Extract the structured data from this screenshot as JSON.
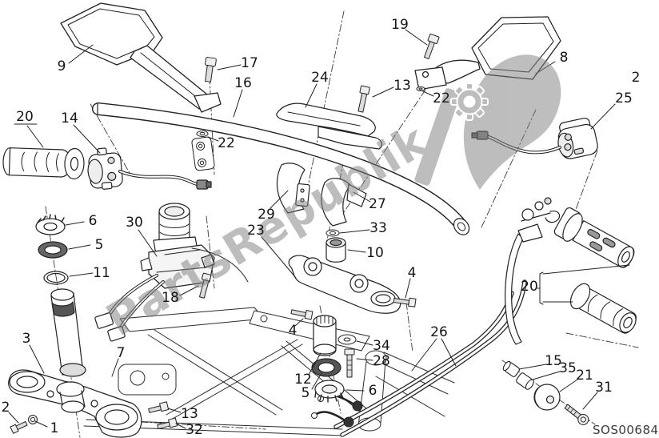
{
  "watermark": {
    "text": "PartsRepublik",
    "logo": "gear-icon",
    "color": "#7d7d7d"
  },
  "diagram_code": "SOS00684",
  "callouts": [
    {
      "text": "9"
    },
    {
      "text": "17"
    },
    {
      "text": "16"
    },
    {
      "text": "24"
    },
    {
      "text": "19"
    },
    {
      "text": "13"
    },
    {
      "text": "8"
    },
    {
      "text": "22"
    },
    {
      "text": "25"
    },
    {
      "text": "20"
    },
    {
      "text": "14"
    },
    {
      "text": "22"
    },
    {
      "text": "29"
    },
    {
      "text": "27"
    },
    {
      "text": "33"
    },
    {
      "text": "10"
    },
    {
      "text": "23"
    },
    {
      "text": "6"
    },
    {
      "text": "5"
    },
    {
      "text": "11"
    },
    {
      "text": "30"
    },
    {
      "text": "18"
    },
    {
      "text": "3"
    },
    {
      "text": "7"
    },
    {
      "text": "2"
    },
    {
      "text": "1"
    },
    {
      "text": "13"
    },
    {
      "text": "32"
    },
    {
      "text": "4"
    },
    {
      "text": "4"
    },
    {
      "text": "12"
    },
    {
      "text": "5"
    },
    {
      "text": "6"
    },
    {
      "text": "34"
    },
    {
      "text": "28"
    },
    {
      "text": "26"
    },
    {
      "text": "20"
    },
    {
      "text": "15"
    },
    {
      "text": "35"
    },
    {
      "text": "21"
    },
    {
      "text": "31"
    },
    {
      "text": "2"
    }
  ]
}
